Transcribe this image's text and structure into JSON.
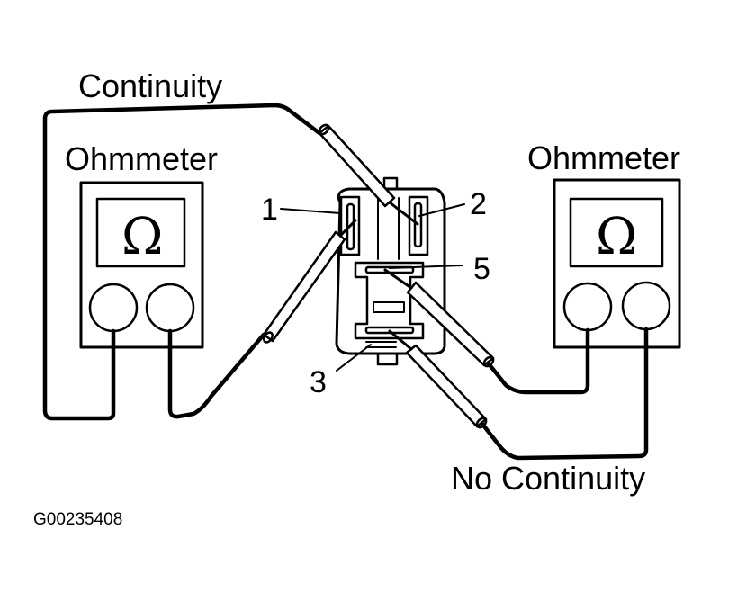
{
  "diagram": {
    "labels": {
      "continuity": "Continuity",
      "no_continuity": "No Continuity",
      "figure_code": "G00235408"
    },
    "meters": [
      {
        "id": "left",
        "title": "Ohmmeter",
        "symbol": "Ω"
      },
      {
        "id": "right",
        "title": "Ohmmeter",
        "symbol": "Ω"
      }
    ],
    "relay_terminals": [
      {
        "id": "terminal-1",
        "label": "1"
      },
      {
        "id": "terminal-2",
        "label": "2"
      },
      {
        "id": "terminal-5",
        "label": "5"
      },
      {
        "id": "terminal-3",
        "label": "3"
      }
    ],
    "tests": [
      {
        "meter": "left",
        "between": [
          "1",
          "2"
        ],
        "result": "Continuity"
      },
      {
        "meter": "right",
        "between": [
          "5",
          "3"
        ],
        "result": "No Continuity"
      }
    ],
    "colors": {
      "ink": "#000000",
      "background": "#ffffff"
    }
  }
}
